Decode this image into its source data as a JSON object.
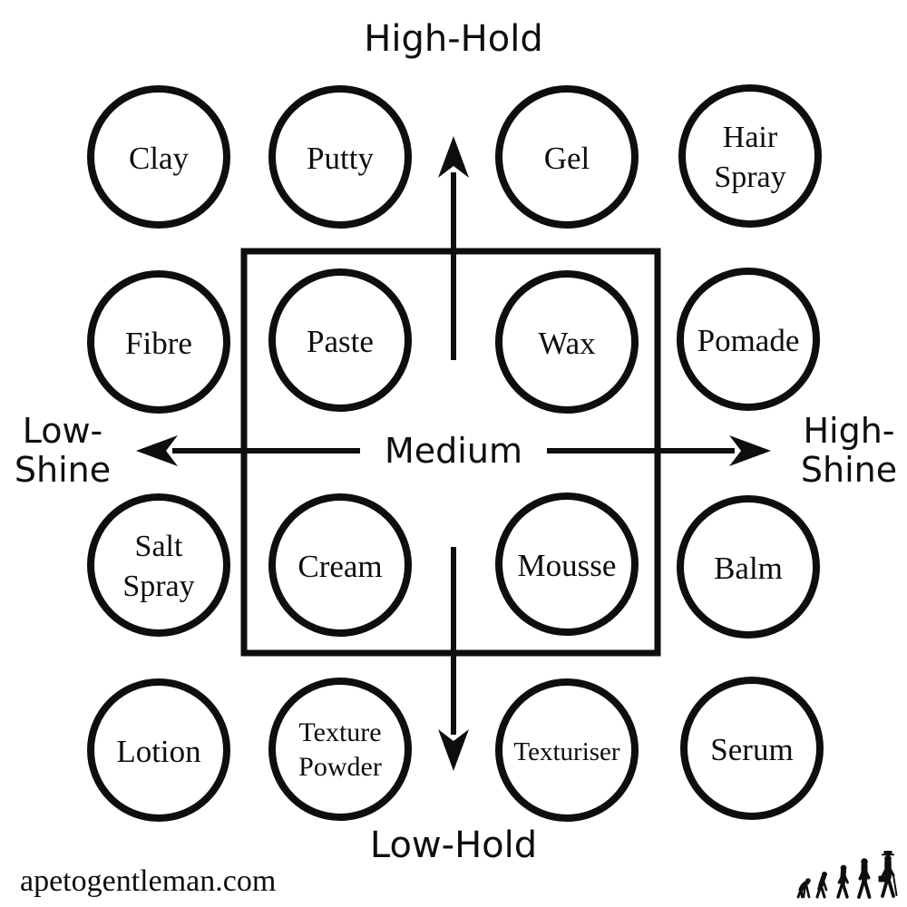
{
  "page": {
    "background_color": "#ffffff",
    "ink_color": "#0e0e0e",
    "description_visible_type": "hold-vs-shine hair product matrix diagram"
  },
  "axis_labels": {
    "top": "High-Hold",
    "bottom": "Low-Hold",
    "left": {
      "line1": "Low-",
      "line2": "Shine"
    },
    "right": {
      "line1": "High-",
      "line2": "Shine"
    },
    "center": "Medium"
  },
  "products": [
    {
      "id": "clay",
      "lines": [
        "Clay"
      ],
      "row": 1,
      "col": 1
    },
    {
      "id": "putty",
      "lines": [
        "Putty"
      ],
      "row": 1,
      "col": 2
    },
    {
      "id": "gel",
      "lines": [
        "Gel"
      ],
      "row": 1,
      "col": 3
    },
    {
      "id": "hair-spray",
      "lines": [
        "Hair",
        "Spray"
      ],
      "row": 1,
      "col": 4
    },
    {
      "id": "fibre",
      "lines": [
        "Fibre"
      ],
      "row": 2,
      "col": 1
    },
    {
      "id": "paste",
      "lines": [
        "Paste"
      ],
      "row": 2,
      "col": 2
    },
    {
      "id": "wax",
      "lines": [
        "Wax"
      ],
      "row": 2,
      "col": 3
    },
    {
      "id": "pomade",
      "lines": [
        "Pomade"
      ],
      "row": 2,
      "col": 4
    },
    {
      "id": "salt-spray",
      "lines": [
        "Salt",
        "Spray"
      ],
      "row": 3,
      "col": 1
    },
    {
      "id": "cream",
      "lines": [
        "Cream"
      ],
      "row": 3,
      "col": 2
    },
    {
      "id": "mousse",
      "lines": [
        "Mousse"
      ],
      "row": 3,
      "col": 3
    },
    {
      "id": "balm",
      "lines": [
        "Balm"
      ],
      "row": 3,
      "col": 4
    },
    {
      "id": "lotion",
      "lines": [
        "Lotion"
      ],
      "row": 4,
      "col": 1
    },
    {
      "id": "texture-powder",
      "lines": [
        "Texture",
        "Powder"
      ],
      "row": 4,
      "col": 2
    },
    {
      "id": "texturiser",
      "lines": [
        "Texturiser"
      ],
      "row": 4,
      "col": 3
    },
    {
      "id": "serum",
      "lines": [
        "Serum"
      ],
      "row": 4,
      "col": 4
    }
  ],
  "footer": {
    "watermark": "apetogentleman.com"
  },
  "logo": {
    "name": "evolution-of-man-silhouettes",
    "figure_count": 5
  }
}
